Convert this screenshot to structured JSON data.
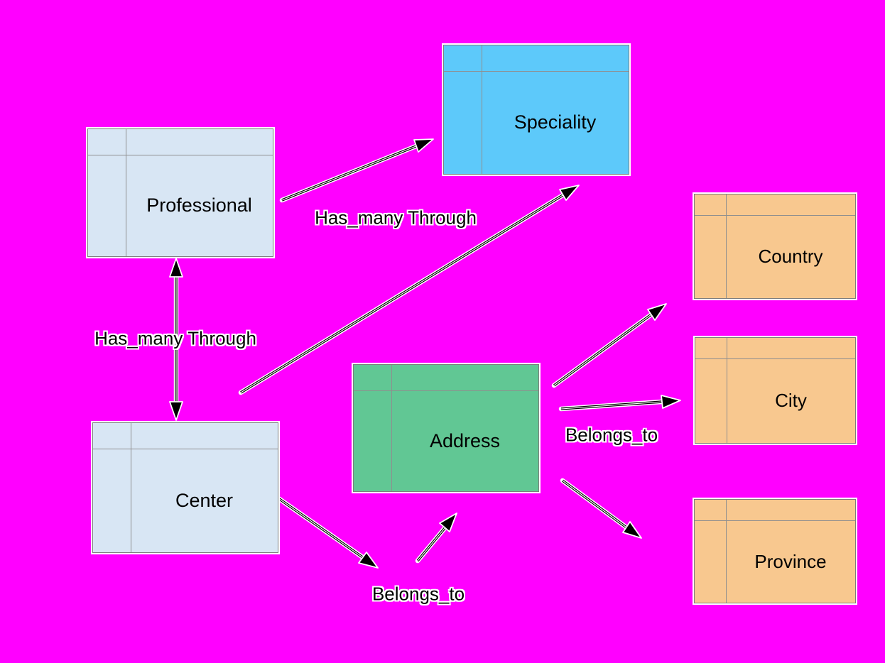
{
  "diagram": {
    "type": "entity-relationship",
    "background_color": "#ff00ff",
    "edge_style": {
      "line_color": "#000000",
      "line_casing": "#ffffff",
      "arrowhead": "solid-black-white-outline"
    }
  },
  "entities": [
    {
      "id": "professional",
      "name": "Professional",
      "color": "#d8e6f4"
    },
    {
      "id": "speciality",
      "name": "Speciality",
      "color": "#5dc9fa"
    },
    {
      "id": "center",
      "name": "Center",
      "color": "#d8e6f4"
    },
    {
      "id": "address",
      "name": "Address",
      "color": "#61c794"
    },
    {
      "id": "country",
      "name": "Country",
      "color": "#f8c88f"
    },
    {
      "id": "city",
      "name": "City",
      "color": "#f8c88f"
    },
    {
      "id": "province",
      "name": "Province",
      "color": "#f8c88f"
    }
  ],
  "relationships": [
    {
      "from": "Professional",
      "to": "Speciality",
      "label": "Has_many Through",
      "arrow": "single"
    },
    {
      "from": "Professional",
      "to": "Center",
      "label": "Has_many Through",
      "arrow": "double"
    },
    {
      "from": "Center",
      "to": "Speciality",
      "label": "",
      "arrow": "single"
    },
    {
      "from": "Center",
      "to": "Address",
      "label": "Belongs_to",
      "arrow": "single"
    },
    {
      "from": "Address",
      "to": "Country",
      "label": "",
      "arrow": "single"
    },
    {
      "from": "Address",
      "to": "City",
      "label": "Belongs_to",
      "arrow": "single"
    },
    {
      "from": "Address",
      "to": "Province",
      "label": "",
      "arrow": "single"
    }
  ]
}
